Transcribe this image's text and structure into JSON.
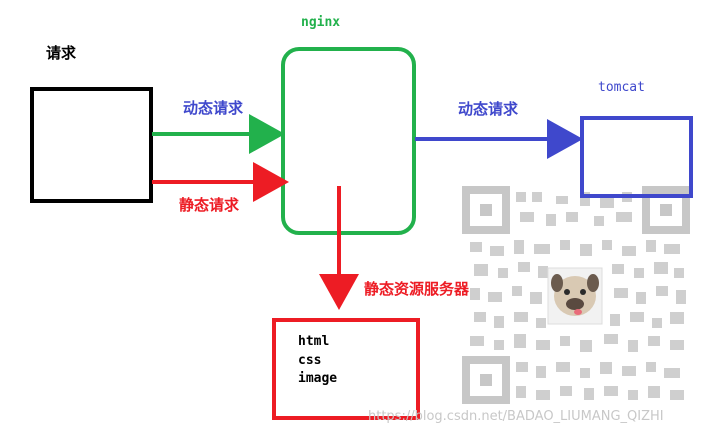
{
  "labels": {
    "request": "请求",
    "nginx": "nginx",
    "tomcat": "tomcat",
    "dynamic_request_left": "动态请求",
    "static_request": "静态请求",
    "dynamic_request_right": "动态请求",
    "static_resource_server": "静态资源服务器"
  },
  "static_files": [
    "html",
    "css",
    "image"
  ],
  "watermark": "https://blog.csdn.net/BADAO_LIUMANG_QIZHI",
  "colors": {
    "green": "#22b14c",
    "red": "#ed1c24",
    "blue": "#3f48cc",
    "black": "#000000",
    "nginx_label": "#22b14c",
    "tomcat_label": "#3f48cc"
  },
  "icons": {
    "qr": "qr-code-icon",
    "avatar": "pug-avatar-icon"
  }
}
